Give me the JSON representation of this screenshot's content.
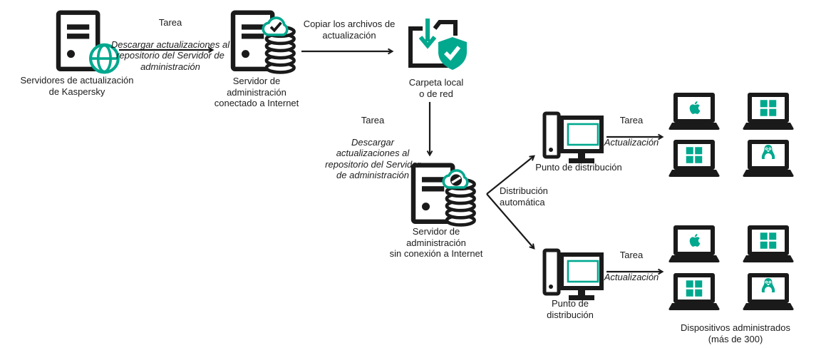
{
  "colors": {
    "teal": "#00A88E",
    "ink": "#1C1C1C"
  },
  "nodes": {
    "kaspersky_update_servers": {
      "label": "Servidores de actualización\nde Kaspersky"
    },
    "admin_server_online": {
      "label": "Servidor de\nadministración\nconectado a Internet"
    },
    "local_folder": {
      "label": "Carpeta local\no de red"
    },
    "admin_server_offline": {
      "label": "Servidor de\nadministración\nsin conexión a Internet"
    },
    "distribution_point_top": {
      "label": "Punto de distribución"
    },
    "distribution_point_bottom": {
      "label": "Punto de\ndistribución"
    },
    "managed_devices": {
      "caption": "Dispositivos administrados\n(más de 300)",
      "top_group_os": [
        "macOS",
        "Windows",
        "Windows",
        "Linux"
      ],
      "bottom_group_os": [
        "macOS",
        "Windows",
        "Windows",
        "Linux"
      ]
    }
  },
  "edges": {
    "task_download_1": {
      "title": "Tarea",
      "body": "Descargar actualizaciones al\nrepositorio del Servidor de\nadministración"
    },
    "copy_files": {
      "label": "Copiar los archivos de\nactualización"
    },
    "task_download_2": {
      "title": "Tarea",
      "body": "Descargar\nactualizaciones al\nrepositorio del Servidor\nde administración"
    },
    "auto_distribution": {
      "label": "Distribución\nautomática"
    },
    "task_update_top": {
      "title": "Tarea",
      "body": "Actualización"
    },
    "task_update_bottom": {
      "title": "Tarea",
      "body": "Actualización"
    }
  }
}
